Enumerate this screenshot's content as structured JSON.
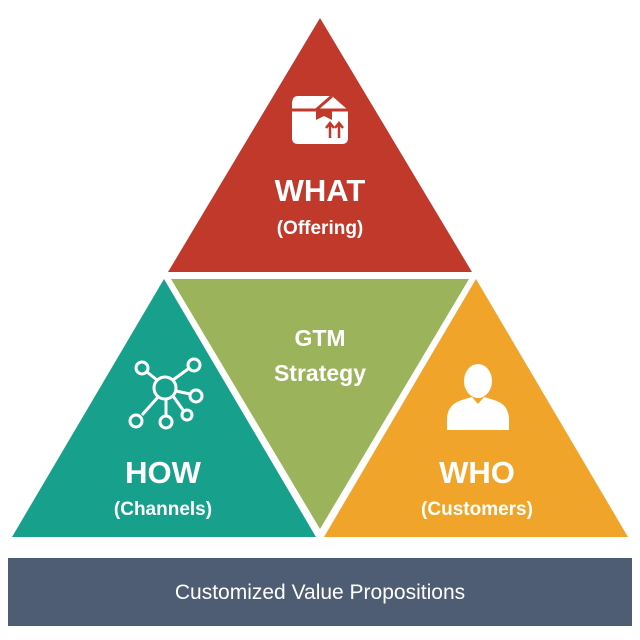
{
  "diagram": {
    "top": {
      "title": "WHAT",
      "subtitle": "(Offering)",
      "icon": "box-icon",
      "color": "#c0392b"
    },
    "center": {
      "line1": "GTM",
      "line2": "Strategy",
      "color": "#9bb35b"
    },
    "left": {
      "title": "HOW",
      "subtitle": "(Channels)",
      "icon": "network-icon",
      "color": "#17a08b"
    },
    "right": {
      "title": "WHO",
      "subtitle": "(Customers)",
      "icon": "person-icon",
      "color": "#f0a52a"
    },
    "base": {
      "label": "Customized Value Propositions",
      "color": "#4e5d73"
    }
  }
}
